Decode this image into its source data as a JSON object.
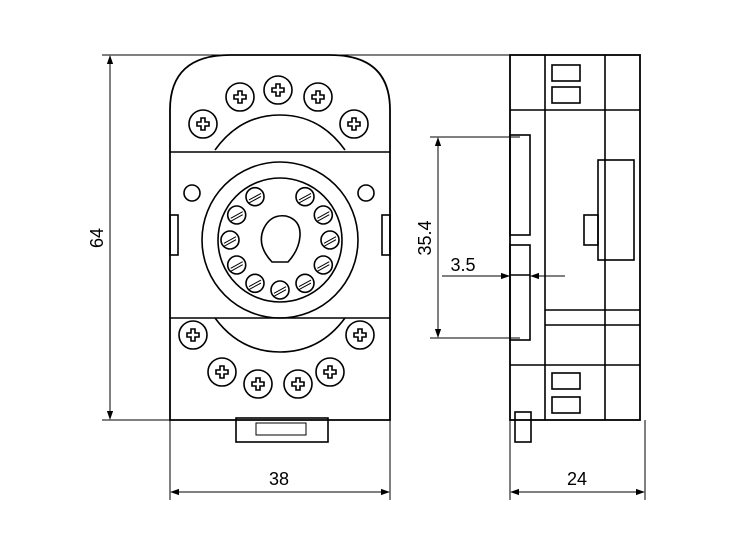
{
  "diagram": {
    "dimensions": {
      "height": "64",
      "width": "38",
      "pin_pitch": "35.4",
      "pin_offset": "3.5",
      "depth": "24"
    },
    "colors": {
      "line": "#000000",
      "background": "#ffffff"
    }
  }
}
